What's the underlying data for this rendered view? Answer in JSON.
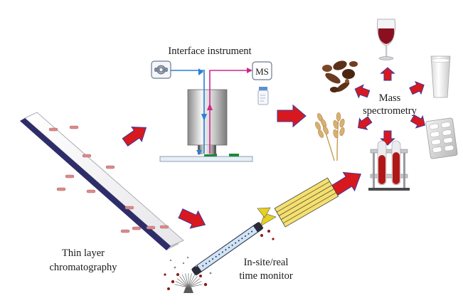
{
  "labels": {
    "interface_instrument": "Interface instrument",
    "ms": "MS",
    "mass_spectrometry_line1": "Mass",
    "mass_spectrometry_line2": "spectrometry",
    "tlc_line1": "Thin layer",
    "tlc_line2": "chromatography",
    "monitor_line1": "In-site/real",
    "monitor_line2": "time monitor"
  },
  "colors": {
    "arrow_fill": "#d8181f",
    "arrow_stroke": "#3a3aa0",
    "spot": "#d98a8a",
    "flow_blue": "#2a7fd6",
    "flow_magenta": "#cc2a8a",
    "tube_blood": "#b01818",
    "wine": "#8a1020",
    "wheat": "#d8b070",
    "spice": "#6a3a22",
    "fiber": "#e8d020"
  },
  "icons": [
    "spice-cluster-icon",
    "wine-glass-icon",
    "milk-glass-icon",
    "wheat-icon",
    "blood-tubes-icon",
    "pill-blister-icon",
    "valve-icon",
    "vial-icon",
    "spray-nozzle-icon",
    "capillary-probe-icon",
    "fiber-bundle-icon"
  ]
}
